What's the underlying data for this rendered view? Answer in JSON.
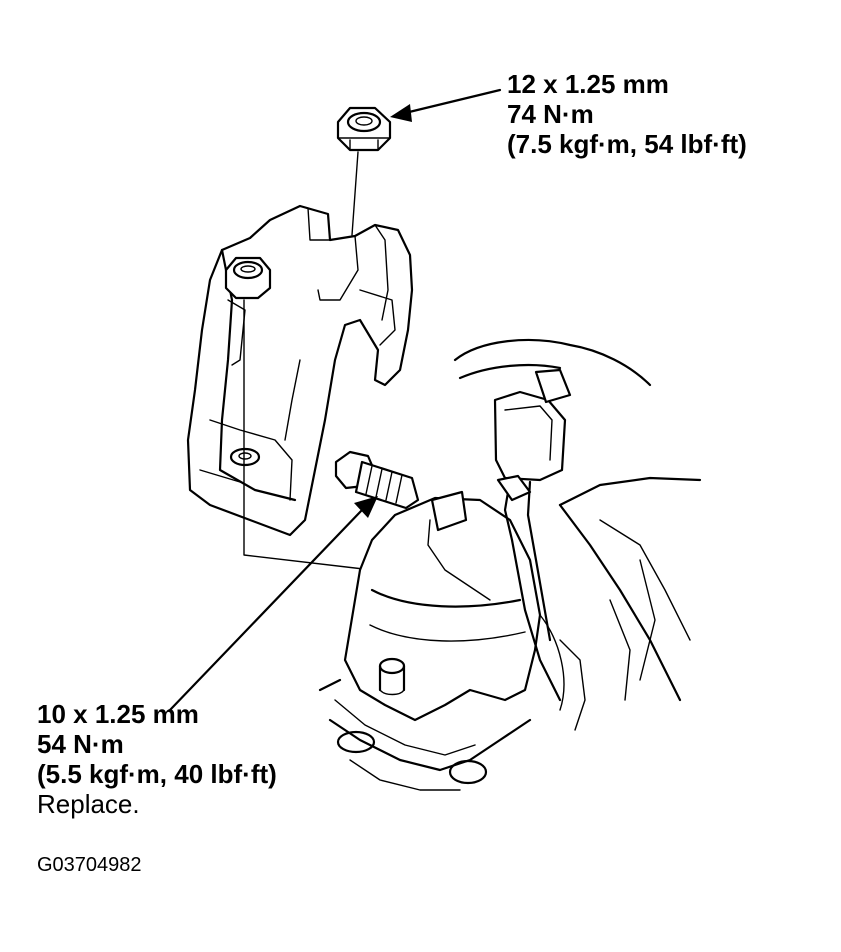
{
  "callouts": {
    "upper_nut": {
      "size": "12 x 1.25 mm",
      "torque_nm": "74 N·m",
      "torque_alt": "(7.5 kgf·m, 54 lbf·ft)"
    },
    "lower_bolt": {
      "size": "10 x 1.25 mm",
      "torque_nm": "54 N·m",
      "torque_alt": "(5.5 kgf·m, 40 lbf·ft)",
      "note": "Replace."
    }
  },
  "figure_id": "G03704982"
}
